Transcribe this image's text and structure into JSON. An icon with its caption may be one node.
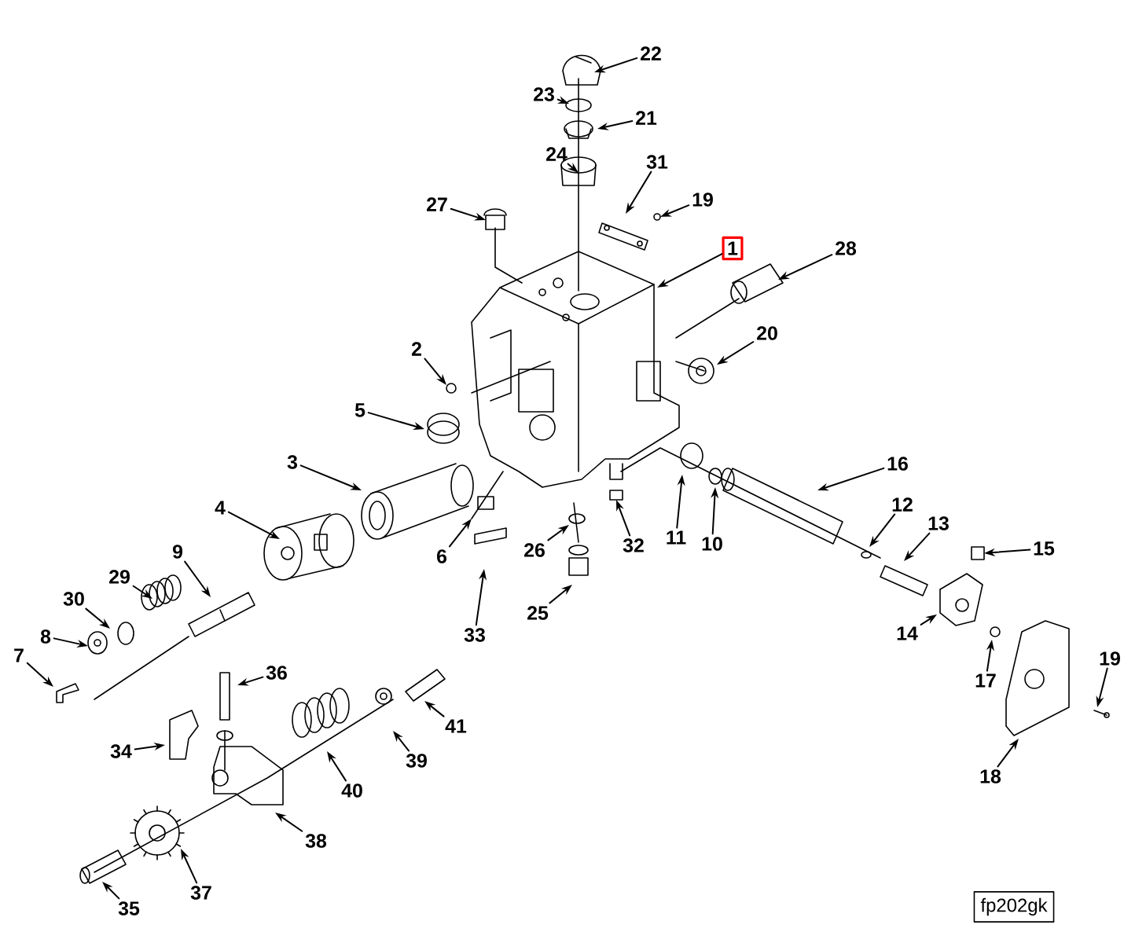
{
  "diagram": {
    "nodes": [
      {
        "text": [
          "22"
        ]
      },
      {
        "text": [
          "23"
        ]
      },
      {
        "text": [
          "21"
        ]
      },
      {
        "text": [
          "24"
        ]
      },
      {
        "text": [
          "31"
        ]
      },
      {
        "text": [
          "19"
        ]
      },
      {
        "text": [
          "27"
        ]
      },
      {
        "text": [
          "1"
        ]
      },
      {
        "text": [
          "28"
        ]
      },
      {
        "text": [
          "20"
        ]
      },
      {
        "text": [
          "2"
        ]
      },
      {
        "text": [
          "5"
        ]
      },
      {
        "text": [
          "3"
        ]
      },
      {
        "text": [
          "16"
        ]
      },
      {
        "text": [
          "4"
        ]
      },
      {
        "text": [
          "12"
        ]
      },
      {
        "text": [
          "13"
        ]
      },
      {
        "text": [
          "11"
        ]
      },
      {
        "text": [
          "10"
        ]
      },
      {
        "text": [
          "32"
        ]
      },
      {
        "text": [
          "15"
        ]
      },
      {
        "text": [
          "9"
        ]
      },
      {
        "text": [
          "6"
        ]
      },
      {
        "text": [
          "26"
        ]
      },
      {
        "text": [
          "29"
        ]
      },
      {
        "text": [
          "25"
        ]
      },
      {
        "text": [
          "30"
        ]
      },
      {
        "text": [
          "33"
        ]
      },
      {
        "text": [
          "8"
        ]
      },
      {
        "text": [
          "14"
        ]
      },
      {
        "text": [
          "7"
        ]
      },
      {
        "text": [
          "36"
        ]
      },
      {
        "text": [
          "17"
        ]
      },
      {
        "text": [
          "19"
        ]
      },
      {
        "text": [
          "41"
        ]
      },
      {
        "text": [
          "34"
        ]
      },
      {
        "text": [
          "39"
        ]
      },
      {
        "text": [
          "18"
        ]
      },
      {
        "text": [
          "40"
        ]
      },
      {
        "text": [
          "38"
        ]
      },
      {
        "text": [
          "37"
        ]
      },
      {
        "text": [
          "35"
        ]
      }
    ],
    "edges": [
      {
        "from": 0,
        "to": null,
        "arrow": "to"
      },
      {
        "from": 1,
        "to": null,
        "arrow": "to"
      },
      {
        "from": 2,
        "to": null,
        "arrow": "to"
      },
      {
        "from": 3,
        "to": null,
        "arrow": "to"
      },
      {
        "from": 4,
        "to": null,
        "arrow": "to"
      },
      {
        "from": 5,
        "to": null,
        "arrow": "to"
      },
      {
        "from": 6,
        "to": null,
        "arrow": "to"
      },
      {
        "from": 7,
        "to": null,
        "arrow": "to"
      },
      {
        "from": 8,
        "to": null,
        "arrow": "to"
      },
      {
        "from": 9,
        "to": null,
        "arrow": "to"
      },
      {
        "from": 10,
        "to": null,
        "arrow": "to"
      },
      {
        "from": 11,
        "to": null,
        "arrow": "to"
      },
      {
        "from": 12,
        "to": null,
        "arrow": "to"
      },
      {
        "from": 13,
        "to": null,
        "arrow": "to"
      },
      {
        "from": 14,
        "to": null,
        "arrow": "to"
      },
      {
        "from": 15,
        "to": null,
        "arrow": "to"
      },
      {
        "from": 16,
        "to": null,
        "arrow": "to"
      },
      {
        "from": 17,
        "to": null,
        "arrow": "to"
      },
      {
        "from": 18,
        "to": null,
        "arrow": "to"
      },
      {
        "from": 19,
        "to": null,
        "arrow": "to"
      },
      {
        "from": 20,
        "to": null,
        "arrow": "to"
      },
      {
        "from": 21,
        "to": null,
        "arrow": "to"
      },
      {
        "from": 22,
        "to": null,
        "arrow": "to"
      },
      {
        "from": 23,
        "to": null,
        "arrow": "to"
      },
      {
        "from": 24,
        "to": null,
        "arrow": "to"
      },
      {
        "from": 25,
        "to": null,
        "arrow": "to"
      },
      {
        "from": 26,
        "to": null,
        "arrow": "to"
      },
      {
        "from": 27,
        "to": null,
        "arrow": "to"
      },
      {
        "from": 28,
        "to": null,
        "arrow": "to"
      },
      {
        "from": 29,
        "to": null,
        "arrow": "to"
      },
      {
        "from": 30,
        "to": null,
        "arrow": "to"
      },
      {
        "from": 31,
        "to": null,
        "arrow": "to"
      },
      {
        "from": 32,
        "to": null,
        "arrow": "to"
      },
      {
        "from": 33,
        "to": null,
        "arrow": "to"
      },
      {
        "from": 34,
        "to": null,
        "arrow": "to"
      },
      {
        "from": 35,
        "to": null,
        "arrow": "to"
      },
      {
        "from": 36,
        "to": null,
        "arrow": "to"
      },
      {
        "from": 37,
        "to": null,
        "arrow": "to"
      },
      {
        "from": 38,
        "to": null,
        "arrow": "to"
      },
      {
        "from": 39,
        "to": null,
        "arrow": "to"
      },
      {
        "from": 40,
        "to": null,
        "arrow": "to"
      },
      {
        "from": 41,
        "to": null,
        "arrow": "to"
      }
    ],
    "labels": [
      "fp202gk"
    ]
  }
}
